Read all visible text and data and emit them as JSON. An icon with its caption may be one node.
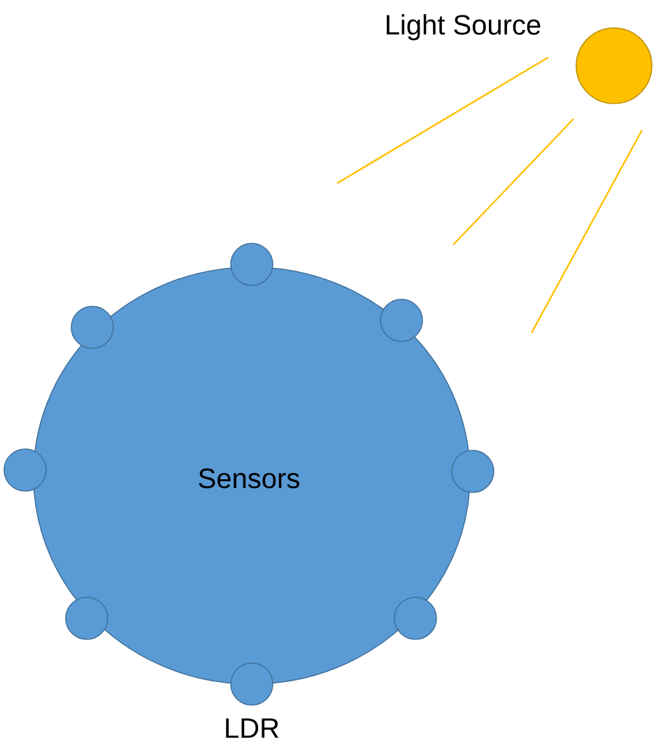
{
  "diagram": {
    "nodes": [
      {
        "text": [
          "Light Source"
        ]
      },
      {
        "text": [
          "Sensors"
        ]
      },
      {
        "text": [],
        "shape": "circle"
      },
      {
        "text": [],
        "shape": "circle"
      },
      {
        "text": [],
        "shape": "circle"
      },
      {
        "text": [],
        "shape": "circle"
      },
      {
        "text": [],
        "shape": "circle"
      },
      {
        "text": [],
        "shape": "circle"
      },
      {
        "text": [],
        "shape": "circle"
      },
      {
        "text": [],
        "shape": "circle",
        "beside": [
          "LDR"
        ]
      }
    ]
  }
}
